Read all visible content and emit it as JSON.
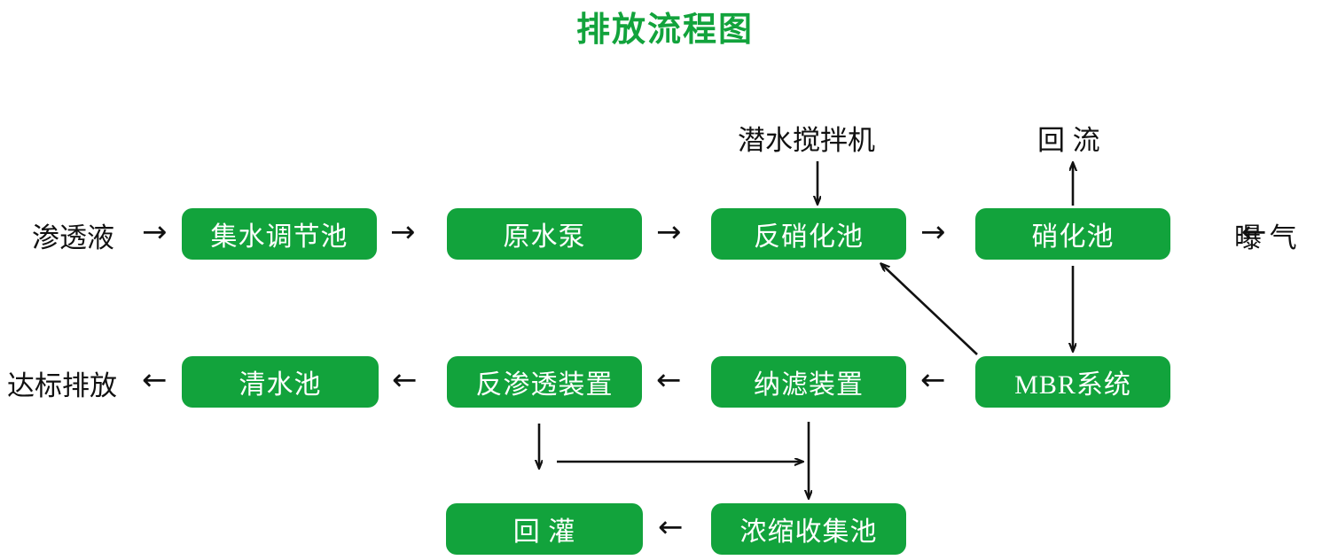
{
  "title": "排放流程图",
  "accent_color": "#12a33c",
  "text_color": "#111111",
  "diagram": {
    "type": "flowchart",
    "nodes": [
      {
        "id": "collection-tank",
        "label": "集水调节池",
        "row": 1
      },
      {
        "id": "raw-water-pump",
        "label": "原水泵",
        "row": 1
      },
      {
        "id": "denitrification-tank",
        "label": "反硝化池",
        "row": 1
      },
      {
        "id": "nitrification-tank",
        "label": "硝化池",
        "row": 1
      },
      {
        "id": "mbr-system",
        "label": "MBR系统",
        "row": 2
      },
      {
        "id": "nanofiltration-unit",
        "label": "纳滤装置",
        "row": 2
      },
      {
        "id": "reverse-osmosis-unit",
        "label": "反渗透装置",
        "row": 2
      },
      {
        "id": "clean-water-tank",
        "label": "清水池",
        "row": 2
      },
      {
        "id": "concentrate-collection-tank",
        "label": "浓缩收集池",
        "row": 3
      },
      {
        "id": "backfill",
        "label": "回 灌",
        "row": 3
      }
    ],
    "external_labels": [
      {
        "id": "permeate-inlet",
        "label": "渗透液"
      },
      {
        "id": "submersible-mixer",
        "label": "潜水搅拌机"
      },
      {
        "id": "return-flow",
        "label": "回 流"
      },
      {
        "id": "aeration",
        "label": "曝 气"
      },
      {
        "id": "compliant-discharge",
        "label": "达标排放"
      }
    ],
    "arrow_glyphs": {
      "right": "→",
      "left": "←"
    },
    "connections": [
      {
        "from": "permeate-inlet",
        "to": "collection-tank",
        "direction": "right"
      },
      {
        "from": "collection-tank",
        "to": "raw-water-pump",
        "direction": "right"
      },
      {
        "from": "raw-water-pump",
        "to": "denitrification-tank",
        "direction": "right"
      },
      {
        "from": "submersible-mixer",
        "to": "denitrification-tank",
        "direction": "down"
      },
      {
        "from": "denitrification-tank",
        "to": "nitrification-tank",
        "direction": "right"
      },
      {
        "from": "nitrification-tank",
        "to": "return-flow",
        "direction": "up"
      },
      {
        "from": "aeration",
        "to": "nitrification-tank",
        "direction": "left"
      },
      {
        "from": "nitrification-tank",
        "to": "mbr-system",
        "direction": "down"
      },
      {
        "from": "mbr-system",
        "to": "denitrification-tank",
        "direction": "diagonal-up-left"
      },
      {
        "from": "mbr-system",
        "to": "nanofiltration-unit",
        "direction": "left"
      },
      {
        "from": "nanofiltration-unit",
        "to": "reverse-osmosis-unit",
        "direction": "left"
      },
      {
        "from": "reverse-osmosis-unit",
        "to": "clean-water-tank",
        "direction": "left"
      },
      {
        "from": "clean-water-tank",
        "to": "compliant-discharge",
        "direction": "left"
      },
      {
        "from": "reverse-osmosis-unit",
        "to": "concentrate-collection-tank",
        "direction": "down-then-right"
      },
      {
        "from": "nanofiltration-unit",
        "to": "concentrate-collection-tank",
        "direction": "down"
      },
      {
        "from": "concentrate-collection-tank",
        "to": "backfill",
        "direction": "left"
      }
    ]
  }
}
